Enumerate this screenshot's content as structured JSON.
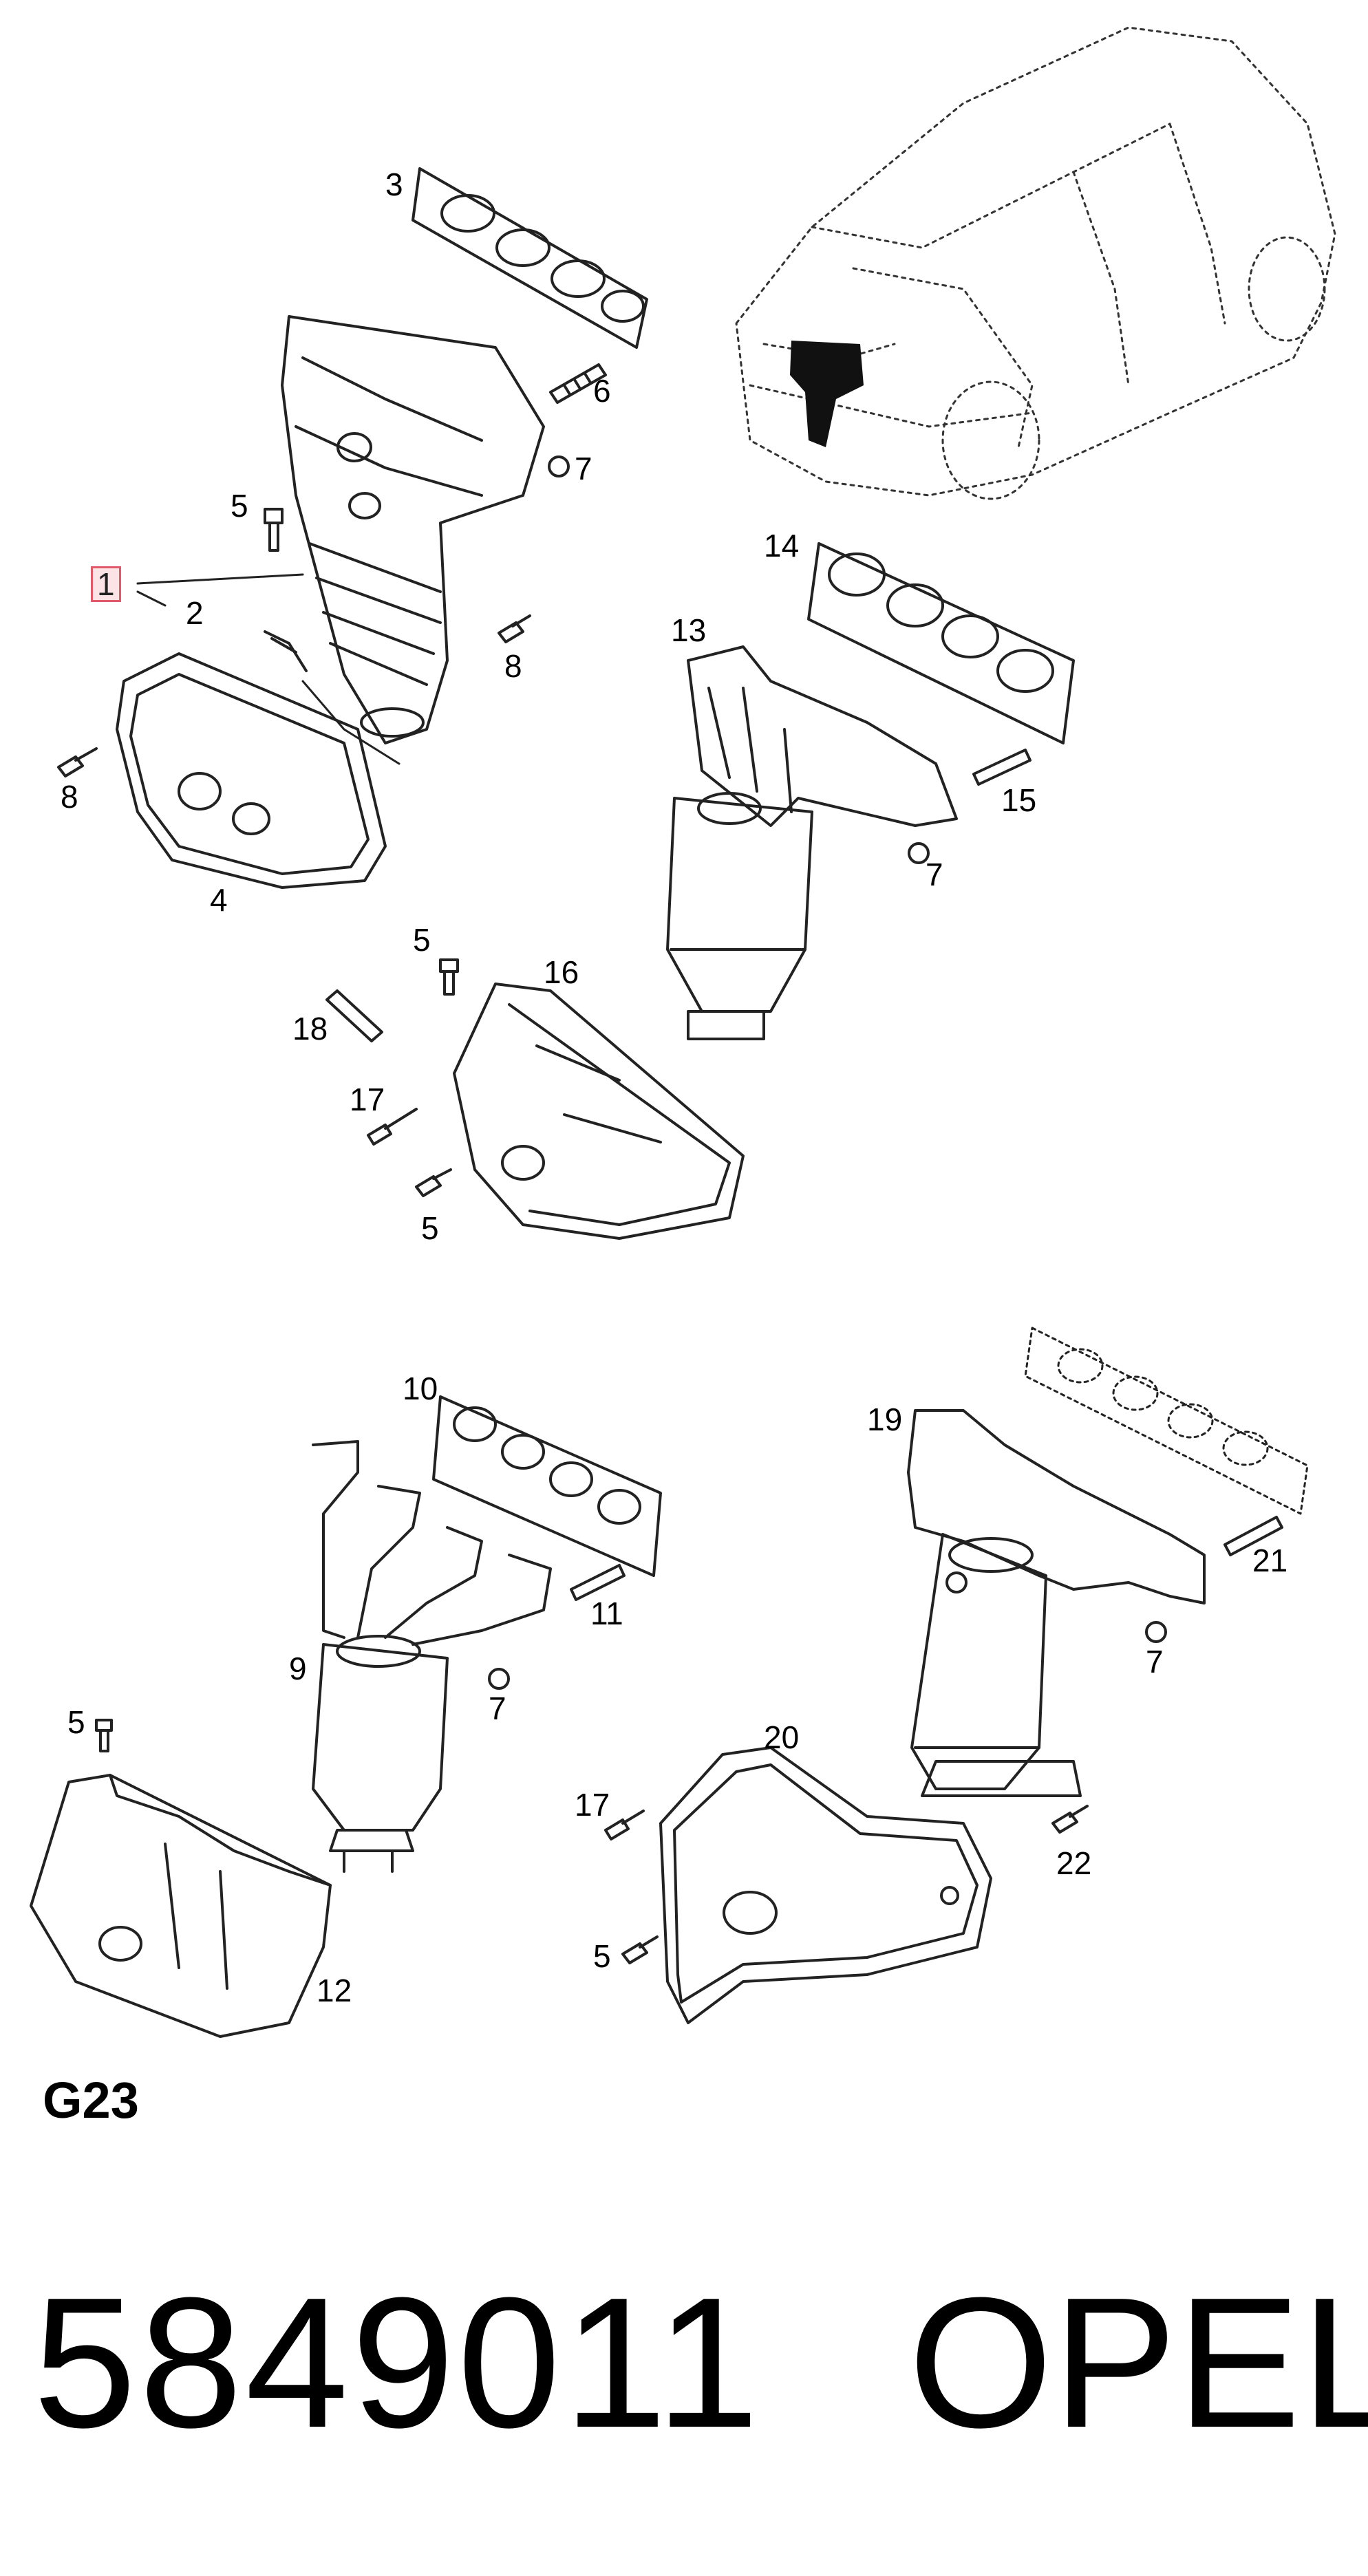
{
  "diagram": {
    "section_code": "G23",
    "part_number": "5849011",
    "brand": "OPEL",
    "highlight_color": "#e05a6a",
    "callouts": {
      "c1": "1",
      "c2": "2",
      "c3": "3",
      "c4": "4",
      "c5a": "5",
      "c5b": "5",
      "c5c": "5",
      "c5d": "5",
      "c5e": "5",
      "c6": "6",
      "c7a": "7",
      "c7b": "7",
      "c7c": "7",
      "c7d": "7",
      "c8a": "8",
      "c8b": "8",
      "c9": "9",
      "c10": "10",
      "c11": "11",
      "c12": "12",
      "c13": "13",
      "c14": "14",
      "c15": "15",
      "c16": "16",
      "c17a": "17",
      "c17b": "17",
      "c18": "18",
      "c19": "19",
      "c20": "20",
      "c21": "21",
      "c22": "22"
    }
  }
}
